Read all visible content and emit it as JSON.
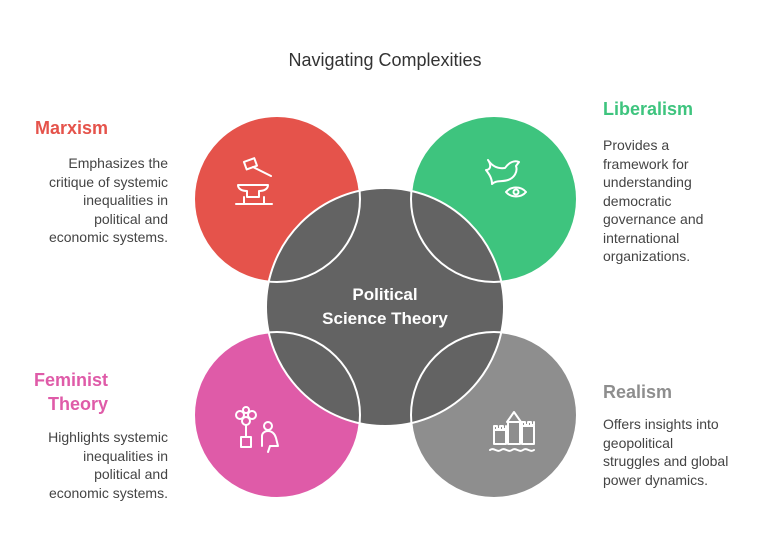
{
  "title": "Navigating Complexities",
  "center": {
    "line1": "Political",
    "line2": "Science Theory"
  },
  "sections": {
    "marxism": {
      "heading": "Marxism",
      "lines": [
        "Emphasizes the",
        "critique of systemic",
        "inequalities in",
        "political and",
        "economic systems."
      ],
      "color": "#e5534b",
      "icon": "hammer-anvil-icon"
    },
    "liberalism": {
      "heading": "Liberalism",
      "lines": [
        "Provides a",
        "framework for",
        "understanding",
        "democratic",
        "governance and",
        "international",
        "organizations."
      ],
      "color": "#3ec47e",
      "icon": "dove-eye-icon"
    },
    "feminist": {
      "heading_line1": "Feminist",
      "heading_line2": "Theory",
      "lines": [
        "Highlights systemic",
        "inequalities in",
        "political and",
        "economic systems."
      ],
      "color": "#df5ba8",
      "icon": "flower-person-icon"
    },
    "realism": {
      "heading": "Realism",
      "lines": [
        "Offers insights into",
        "geopolitical",
        "struggles and global",
        "power dynamics."
      ],
      "color": "#8e8e8e",
      "icon": "castle-icon"
    }
  },
  "center_color": "#636363"
}
